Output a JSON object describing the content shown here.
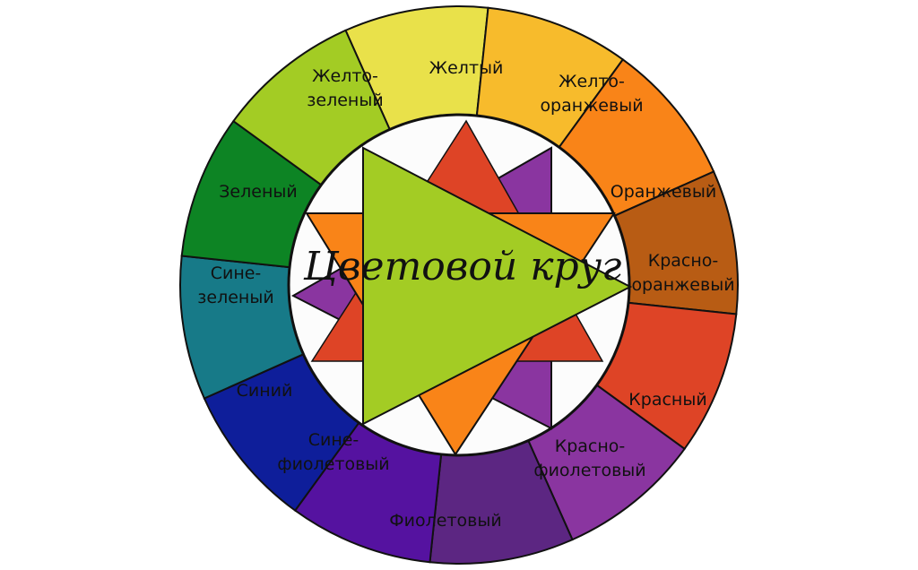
{
  "title": "Цветовой круг",
  "segments": [
    {
      "lines": [
        "Желтый"
      ],
      "color": "#e9e14a"
    },
    {
      "lines": [
        "Желто-",
        "оранжевый"
      ],
      "color": "#f7bb2c"
    },
    {
      "lines": [
        "Оранжевый"
      ],
      "color": "#f98418"
    },
    {
      "lines": [
        "Красно-",
        "оранжевый"
      ],
      "color": "#b85c14"
    },
    {
      "lines": [
        "Красный"
      ],
      "color": "#de4426"
    },
    {
      "lines": [
        "Красно-",
        "фиолетовый"
      ],
      "color": "#8a35a0"
    },
    {
      "lines": [
        "Фиолетовый"
      ],
      "color": "#5c2682"
    },
    {
      "lines": [
        "Сине-",
        "фиолетовый"
      ],
      "color": "#5512a0"
    },
    {
      "lines": [
        "Синий"
      ],
      "color": "#0e1e9a"
    },
    {
      "lines": [
        "Сине-",
        "зеленый"
      ],
      "color": "#177a88"
    },
    {
      "lines": [
        "Зеленый"
      ],
      "color": "#0d8424"
    },
    {
      "lines": [
        "Желто-",
        "зеленый"
      ],
      "color": "#a3cc24"
    }
  ],
  "triangles": {
    "purple": "#8a35a0",
    "red": "#de4426",
    "orange": "#f98418",
    "green": "#a3cc24"
  }
}
